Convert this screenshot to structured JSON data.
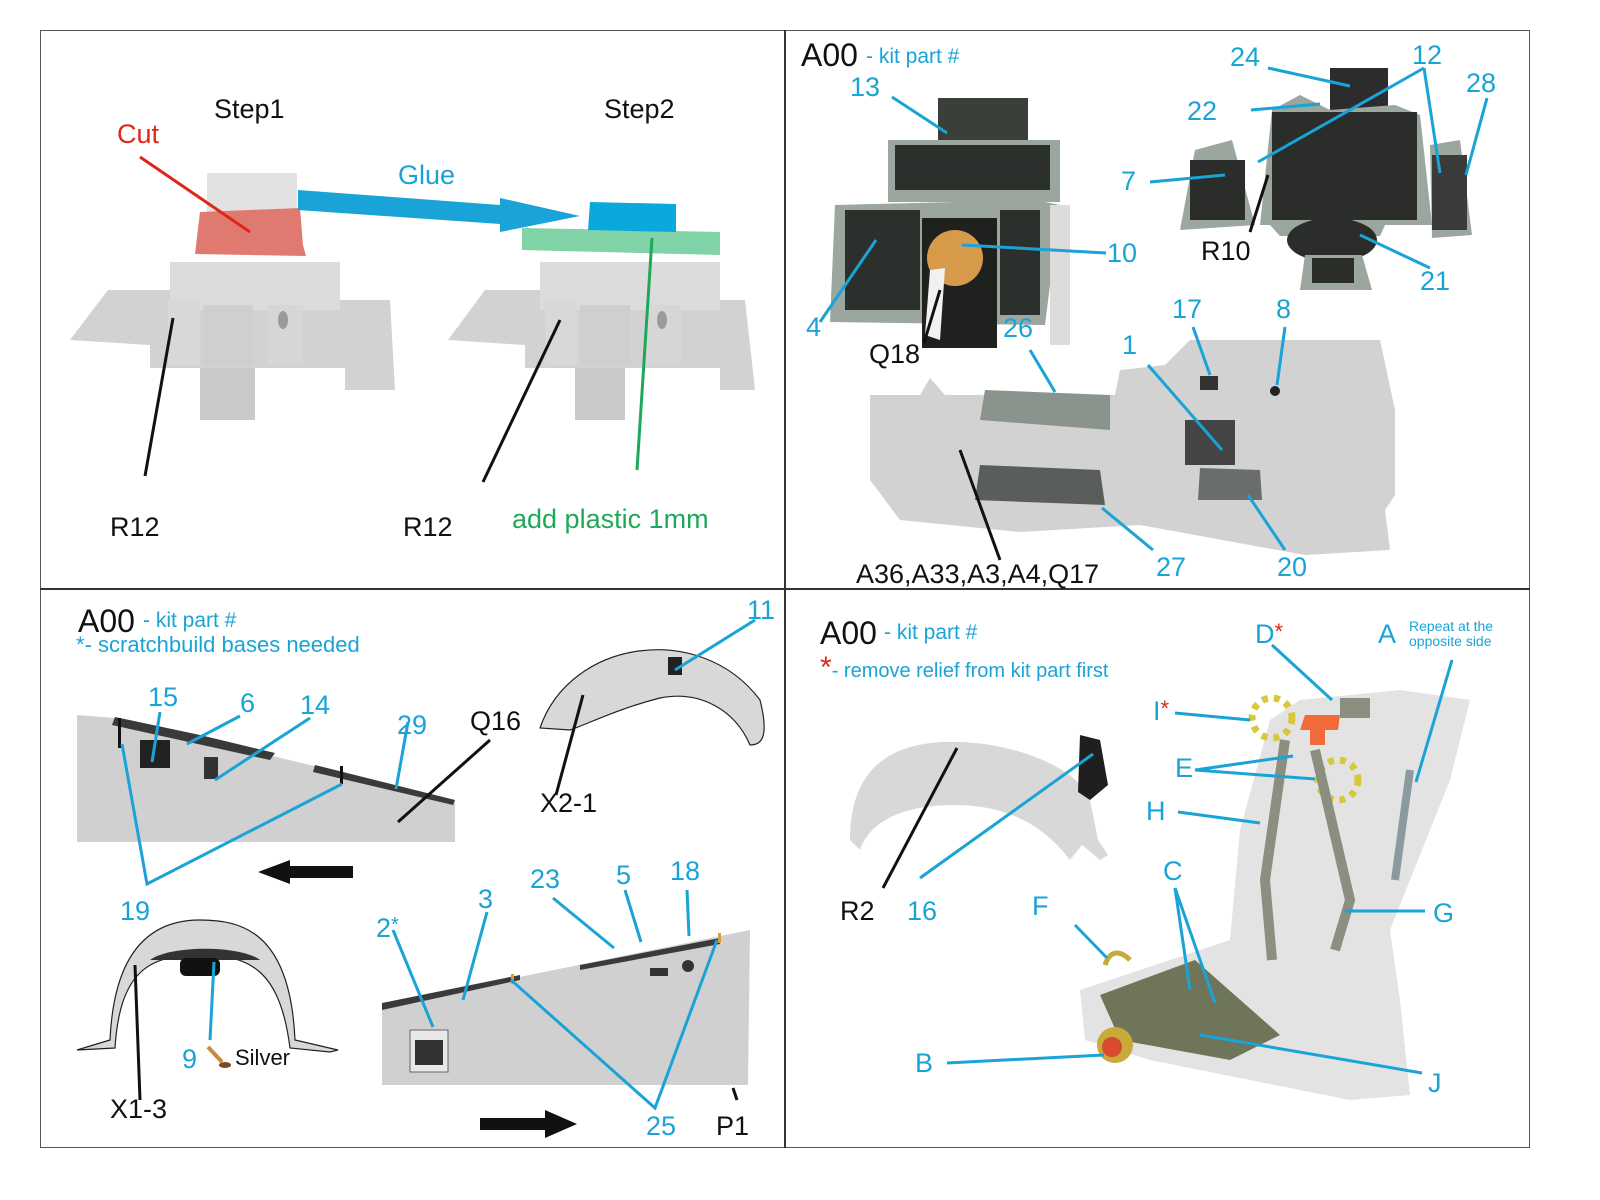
{
  "colors": {
    "label_blue": "#1aa3d6",
    "cut_red": "#e0261b",
    "plastic_green": "#1fa85a",
    "part_grey": "#d3d3d3",
    "glue_blue": "#0aa8dc"
  },
  "panel1": {
    "step1": "Step1",
    "step2": "Step2",
    "cut": "Cut",
    "glue": "Glue",
    "part_left": "R12",
    "part_right": "R12",
    "add_plastic": "add plastic 1mm"
  },
  "panel2": {
    "header_code": "A00",
    "header_desc": "- kit part #",
    "labels": {
      "l13": "13",
      "l24": "24",
      "l12": "12",
      "l28": "28",
      "l22": "22",
      "l7": "7",
      "l10": "10",
      "l4": "4",
      "l21": "21",
      "l17": "17",
      "l8": "8",
      "l26": "26",
      "l1": "1",
      "l27": "27",
      "l20": "20"
    },
    "parts": {
      "q18": "Q18",
      "r10": "R10",
      "tub": "A36,A33,A3,A4,Q17"
    }
  },
  "panel3": {
    "header_code": "A00",
    "header_desc": "- kit part #",
    "note_star": "*",
    "note_text": "- scratchbuild bases needed",
    "labels": {
      "l15": "15",
      "l6": "6",
      "l14": "14",
      "l29": "29",
      "l11": "11",
      "l19": "19",
      "l2": "2",
      "l2star": "*",
      "l3": "3",
      "l23": "23",
      "l5": "5",
      "l18": "18",
      "l9": "9",
      "l25": "25"
    },
    "parts": {
      "q16": "Q16",
      "x21": "X2-1",
      "x13": "X1-3",
      "p1": "P1"
    },
    "paint": "Silver"
  },
  "panel4": {
    "header_code": "A00",
    "header_desc": "- kit part #",
    "note_star": "*",
    "note_text": "- remove relief from kit part first",
    "labels": {
      "D": "D",
      "A": "A",
      "I": "I",
      "E": "E",
      "H": "H",
      "C": "C",
      "F": "F",
      "G": "G",
      "B": "B",
      "J": "J",
      "l16": "16"
    },
    "repeat_note_line1": "Repeat at the",
    "repeat_note_line2": "opposite side",
    "parts": {
      "r2": "R2"
    }
  }
}
